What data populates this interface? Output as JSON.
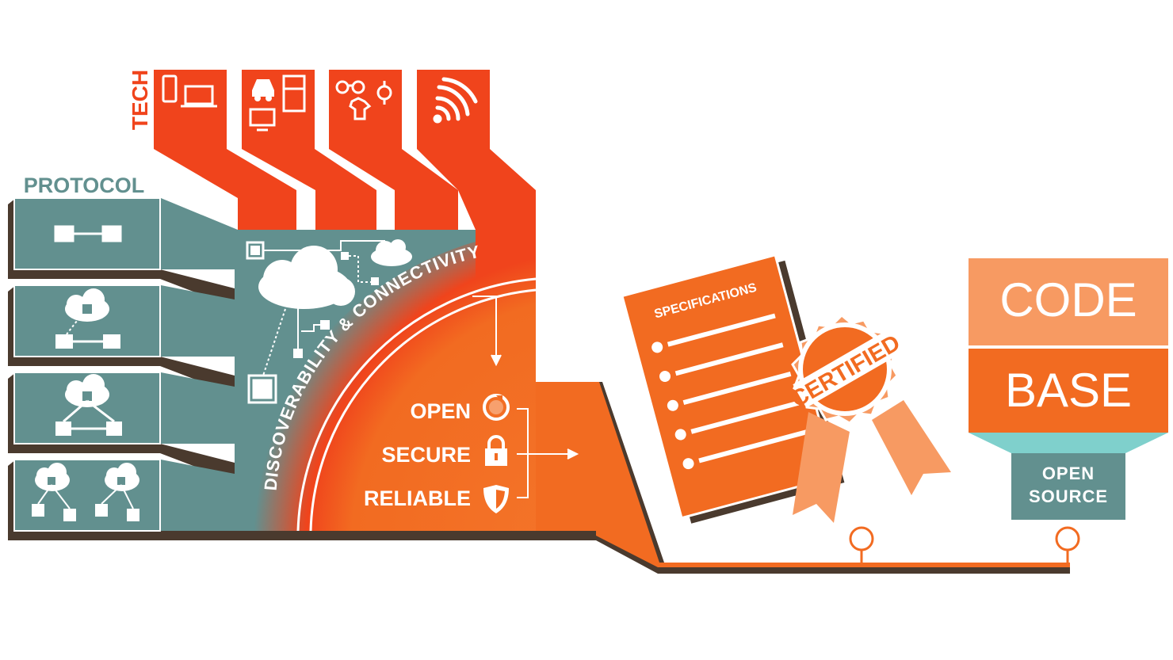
{
  "labels": {
    "tech": "TECH",
    "protocol": "PROTOCOL",
    "arc": "DISCOVERABILITY & CONNECTIVITY",
    "open": "OPEN",
    "secure": "SECURE",
    "reliable": "RELIABLE",
    "specifications": "SPECIFICATIONS",
    "certified": "CERTIFIED",
    "code": "CODE",
    "base": "BASE",
    "open_source_1": "OPEN",
    "open_source_2": "SOURCE"
  },
  "tech_icons": [
    "phone-laptop-icon",
    "car-fridge-tv-icon",
    "wearables-icon",
    "wireless-signal-icon"
  ],
  "protocol_icons": [
    "point-to-point-icon",
    "cloud-link-icon",
    "cloud-triangle-icon",
    "multi-cloud-icon"
  ],
  "qualities": [
    {
      "label": "OPEN",
      "icon": "open-ring-icon"
    },
    {
      "label": "SECURE",
      "icon": "lock-icon"
    },
    {
      "label": "RELIABLE",
      "icon": "shield-icon"
    }
  ],
  "colors": {
    "tech_red": "#f0441c",
    "orange": "#f26b21",
    "light_orange": "#f79a62",
    "teal": "#62908f",
    "dark_brown": "#4a3a2e",
    "aqua": "#7fd0cc"
  }
}
